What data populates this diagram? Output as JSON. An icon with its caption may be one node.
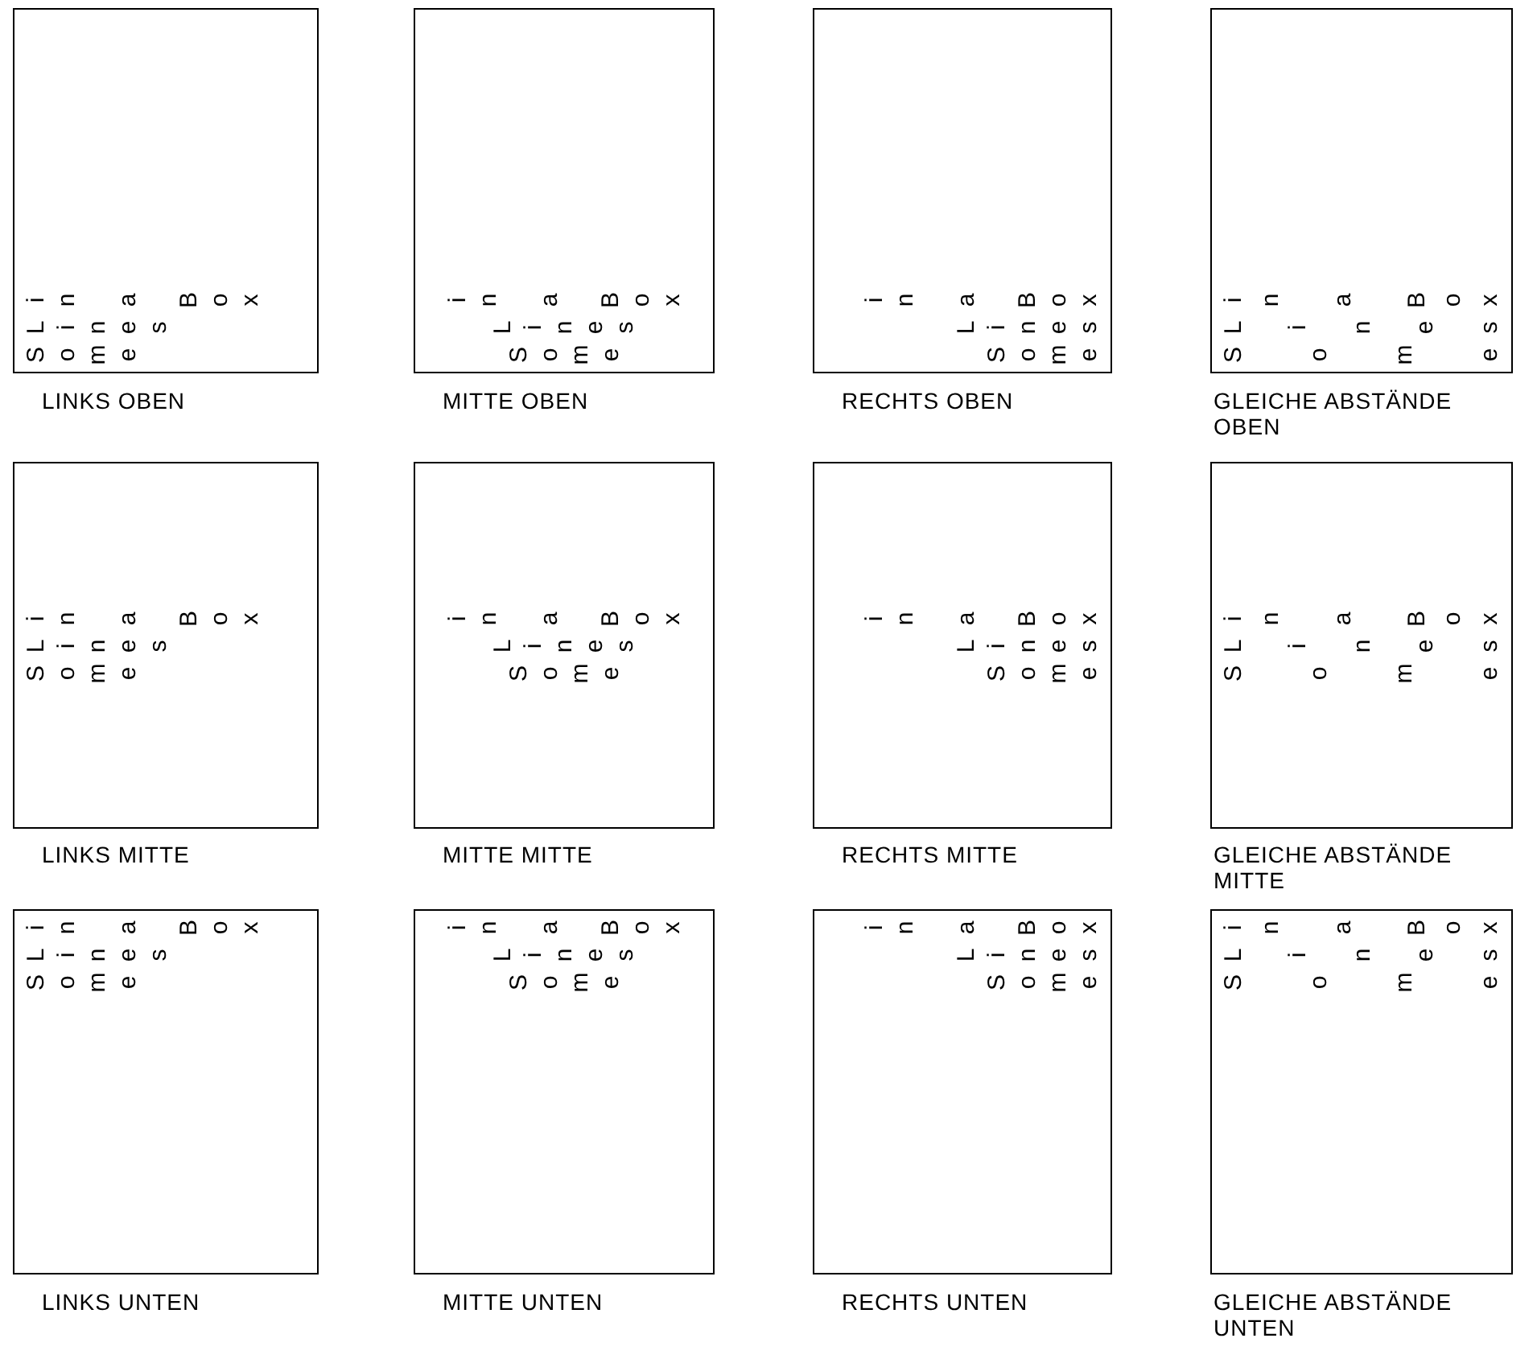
{
  "diagram": {
    "nodes": [
      {
        "text": [
          "Some Lines in a Box"
        ],
        "beside": [
          "LINKS OBEN"
        ]
      },
      {
        "text": [
          "Some Lines in a Box"
        ],
        "beside": [
          "MITTE OBEN"
        ]
      },
      {
        "text": [
          "Some Lines in a Box"
        ],
        "beside": [
          "RECHTS OBEN"
        ]
      },
      {
        "text": [
          "Some Lines in a Box"
        ],
        "beside": [
          "GLEICHE ABSTÄNDE OBEN"
        ]
      },
      {
        "text": [
          "Some Lines in a Box"
        ],
        "beside": [
          "LINKS MITTE"
        ]
      },
      {
        "text": [
          "Some Lines in a Box"
        ],
        "beside": [
          "MITTE MITTE"
        ]
      },
      {
        "text": [
          "Some Lines in a Box"
        ],
        "beside": [
          "RECHTS MITTE"
        ]
      },
      {
        "text": [
          "Some Lines in a Box"
        ],
        "beside": [
          "GLEICHE ABSTÄNDE MITTE"
        ]
      },
      {
        "text": [
          "Some Lines in a Box"
        ],
        "beside": [
          "LINKS UNTEN"
        ]
      },
      {
        "text": [
          "Some Lines in a Box"
        ],
        "beside": [
          "MITTE UNTEN"
        ]
      },
      {
        "text": [
          "Some Lines in a Box"
        ],
        "beside": [
          "RECHTS UNTEN"
        ]
      },
      {
        "text": [
          "Some Lines in a Box"
        ],
        "beside": [
          "GLEICHE ABSTÄNDE UNTEN"
        ]
      }
    ]
  }
}
